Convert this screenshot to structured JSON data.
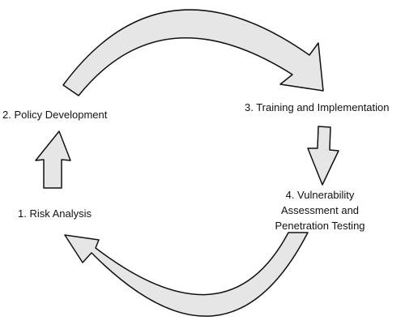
{
  "stages": [
    {
      "label": "1. Risk Analysis"
    },
    {
      "label": "2. Policy Development"
    },
    {
      "label": "3. Training and Implementation"
    },
    {
      "lines": [
        "4. Vulnerability",
        "Assessment and",
        "Penetration Testing"
      ]
    }
  ],
  "colors": {
    "arrow_fill": "#e6e6e6",
    "arrow_stroke": "#111111",
    "text": "#111111"
  }
}
